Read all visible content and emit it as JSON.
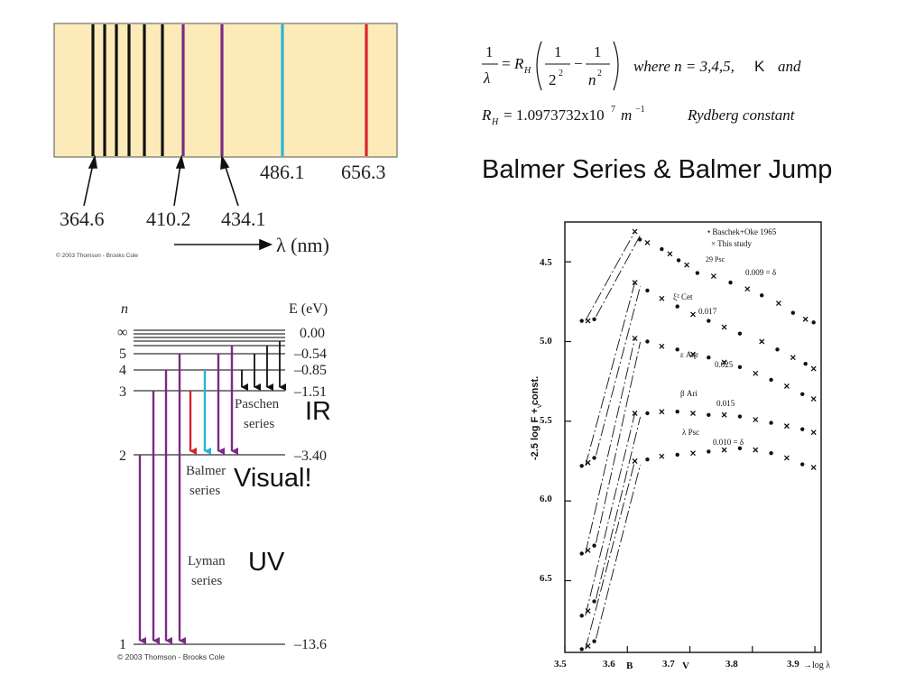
{
  "spectrum": {
    "labels_top": [
      "486.1",
      "656.3"
    ],
    "labels_bottom": [
      "364.6",
      "410.2",
      "434.1"
    ],
    "axis_label": "λ (nm)",
    "copyright": "© 2003 Thomson - Brooks Cole",
    "colors": {
      "background": "#fcebb8",
      "black_line": "#111111",
      "violet": "#7b2a86",
      "cyan": "#27b4d6",
      "red": "#d92332"
    }
  },
  "formula": {
    "one": "1",
    "lambda": "λ",
    "RH": "R",
    "H_sub": "H",
    "two_sq": "2",
    "sq": "2",
    "n_sq": "n",
    "minus": "−",
    "where_text": "where n = 3,4,5,",
    "K": "K",
    "and": "and",
    "rh_line": "= 1.0973732x10",
    "exp7": "7",
    "unit": "m",
    "exp_unit": "−1",
    "rydberg": "Rydberg constant"
  },
  "title": "Balmer Series & Balmer Jump",
  "energy": {
    "n_header": "n",
    "e_header": "E (eV)",
    "levels": [
      {
        "n": "∞",
        "e": "0.00"
      },
      {
        "n": "5",
        "e": "–0.54"
      },
      {
        "n": "4",
        "e": "–0.85"
      },
      {
        "n": "3",
        "e": "–1.51"
      },
      {
        "n": "2",
        "e": "–3.40"
      },
      {
        "n": "1",
        "e": "–13.6"
      }
    ],
    "series": {
      "paschen": [
        "Paschen",
        "series"
      ],
      "balmer": [
        "Balmer",
        "series"
      ],
      "lyman": [
        "Lyman",
        "series"
      ]
    },
    "copyright": "© 2003 Thomson - Brooks Cole",
    "callouts": {
      "ir": "IR",
      "visual": "Visual!",
      "uv": "UV"
    }
  },
  "plot": {
    "ylabel": "-2.5 log F  + const.",
    "ylabel_sub": "ν",
    "yticks": [
      "4.5",
      "5.0",
      "5.5",
      "6.0",
      "6.5"
    ],
    "xticks": [
      "3.5",
      "3.6",
      "B",
      "3.7",
      "V",
      "3.8",
      "3.9"
    ],
    "xlabel": "→log λ",
    "legend": [
      "• Baschek+Oke 1965",
      "× This study"
    ],
    "stars": [
      {
        "name": "29 Psc",
        "delta": "0.009 = δ"
      },
      {
        "name": "ξ² Cet",
        "delta": "0.017"
      },
      {
        "name": "ε Aqr",
        "delta": "0.025"
      },
      {
        "name": "β Ari",
        "delta": "0.015"
      },
      {
        "name": "λ Psc",
        "delta": "0.010 = δ"
      }
    ],
    "chart_data": {
      "type": "scatter",
      "xlabel": "log λ",
      "ylabel": "-2.5 log F + const.",
      "xlim": [
        3.5,
        3.91
      ],
      "ylim": [
        6.95,
        4.25
      ],
      "series": [
        {
          "name": "29 Psc",
          "points": [
            [
              3.527,
              4.87
            ],
            [
              3.537,
              4.87
            ],
            [
              3.547,
              4.86
            ],
            [
              3.612,
              4.31
            ],
            [
              3.62,
              4.36
            ],
            [
              3.632,
              4.38
            ],
            [
              3.655,
              4.42
            ],
            [
              3.668,
              4.45
            ],
            [
              3.682,
              4.49
            ],
            [
              3.695,
              4.52
            ],
            [
              3.712,
              4.57
            ],
            [
              3.738,
              4.59
            ],
            [
              3.765,
              4.63
            ],
            [
              3.792,
              4.67
            ],
            [
              3.815,
              4.71
            ],
            [
              3.842,
              4.76
            ],
            [
              3.865,
              4.82
            ],
            [
              3.885,
              4.86
            ],
            [
              3.898,
              4.88
            ]
          ]
        },
        {
          "name": "ξ² Cet",
          "points": [
            [
              3.527,
              5.78
            ],
            [
              3.537,
              5.76
            ],
            [
              3.547,
              5.73
            ],
            [
              3.612,
              4.63
            ],
            [
              3.632,
              4.68
            ],
            [
              3.655,
              4.73
            ],
            [
              3.68,
              4.78
            ],
            [
              3.705,
              4.83
            ],
            [
              3.73,
              4.87
            ],
            [
              3.755,
              4.91
            ],
            [
              3.78,
              4.95
            ],
            [
              3.815,
              5.0
            ],
            [
              3.84,
              5.05
            ],
            [
              3.865,
              5.1
            ],
            [
              3.885,
              5.14
            ],
            [
              3.898,
              5.17
            ]
          ]
        },
        {
          "name": "ε Aqr",
          "points": [
            [
              3.527,
              6.33
            ],
            [
              3.537,
              6.31
            ],
            [
              3.547,
              6.28
            ],
            [
              3.612,
              4.98
            ],
            [
              3.632,
              5.0
            ],
            [
              3.655,
              5.03
            ],
            [
              3.68,
              5.05
            ],
            [
              3.705,
              5.08
            ],
            [
              3.73,
              5.1
            ],
            [
              3.755,
              5.13
            ],
            [
              3.78,
              5.16
            ],
            [
              3.805,
              5.2
            ],
            [
              3.83,
              5.24
            ],
            [
              3.855,
              5.28
            ],
            [
              3.88,
              5.33
            ],
            [
              3.898,
              5.36
            ]
          ]
        },
        {
          "name": "β Ari",
          "points": [
            [
              3.527,
              6.72
            ],
            [
              3.537,
              6.69
            ],
            [
              3.547,
              6.63
            ],
            [
              3.612,
              5.45
            ],
            [
              3.632,
              5.45
            ],
            [
              3.655,
              5.44
            ],
            [
              3.68,
              5.44
            ],
            [
              3.705,
              5.45
            ],
            [
              3.73,
              5.46
            ],
            [
              3.755,
              5.46
            ],
            [
              3.78,
              5.47
            ],
            [
              3.805,
              5.49
            ],
            [
              3.83,
              5.51
            ],
            [
              3.855,
              5.53
            ],
            [
              3.88,
              5.55
            ],
            [
              3.898,
              5.57
            ]
          ]
        },
        {
          "name": "λ Psc",
          "points": [
            [
              3.527,
              6.93
            ],
            [
              3.537,
              6.91
            ],
            [
              3.547,
              6.88
            ],
            [
              3.612,
              5.75
            ],
            [
              3.632,
              5.74
            ],
            [
              3.655,
              5.72
            ],
            [
              3.68,
              5.71
            ],
            [
              3.705,
              5.7
            ],
            [
              3.73,
              5.69
            ],
            [
              3.755,
              5.68
            ],
            [
              3.78,
              5.67
            ],
            [
              3.805,
              5.68
            ],
            [
              3.83,
              5.7
            ],
            [
              3.855,
              5.73
            ],
            [
              3.88,
              5.77
            ],
            [
              3.898,
              5.79
            ]
          ]
        }
      ]
    }
  }
}
